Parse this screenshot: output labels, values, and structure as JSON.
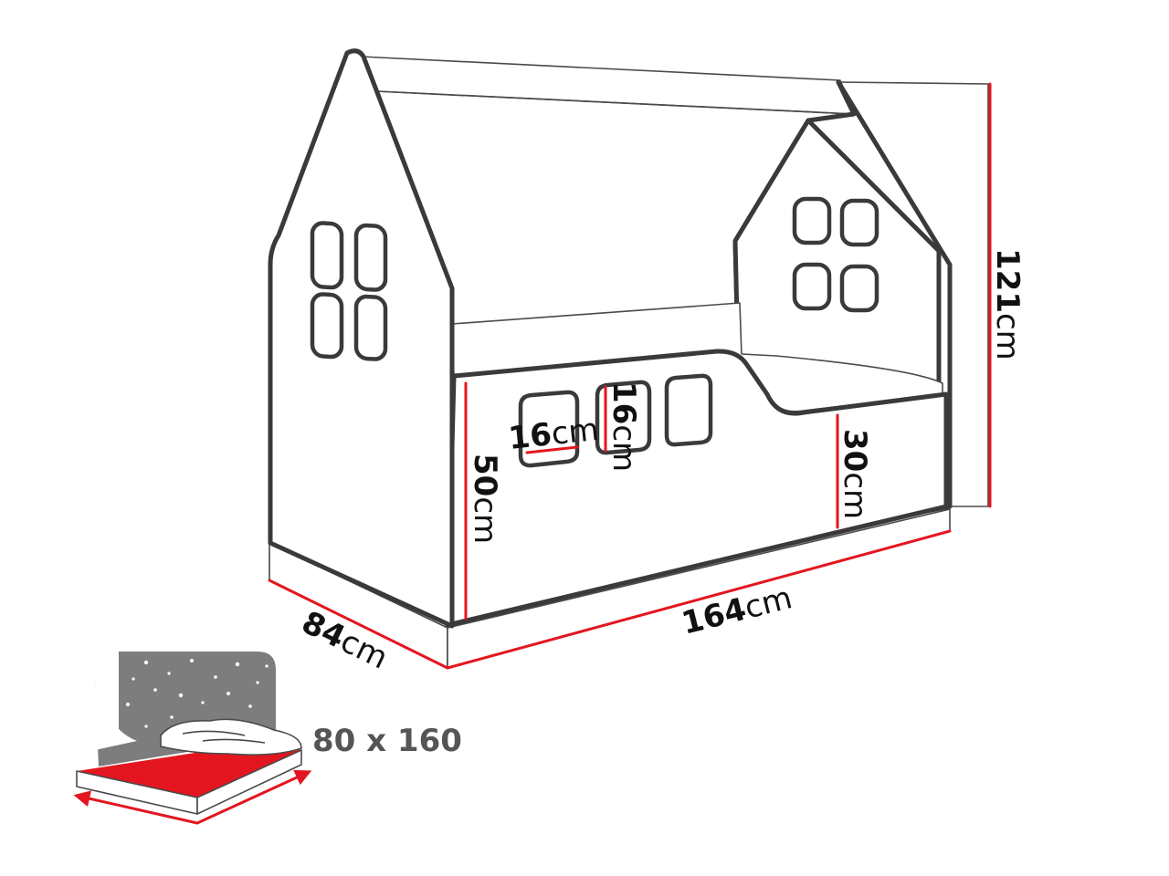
{
  "dimensions": {
    "height": {
      "value": "121",
      "unit": "cm"
    },
    "length": {
      "value": "164",
      "unit": "cm"
    },
    "depth": {
      "value": "84",
      "unit": "cm"
    },
    "side_height": {
      "value": "50",
      "unit": "cm"
    },
    "rail_height": {
      "value": "30",
      "unit": "cm"
    },
    "window_width": {
      "value": "16",
      "unit": "cm"
    },
    "window_height": {
      "value": "16",
      "unit": "cm"
    }
  },
  "mattress": {
    "size_label": "80 x 160"
  },
  "colors": {
    "outline": "#3a3a3a",
    "dimension_line": "#e3161f",
    "mattress_top": "#e3161f",
    "headboard": "#7d7d7d"
  }
}
